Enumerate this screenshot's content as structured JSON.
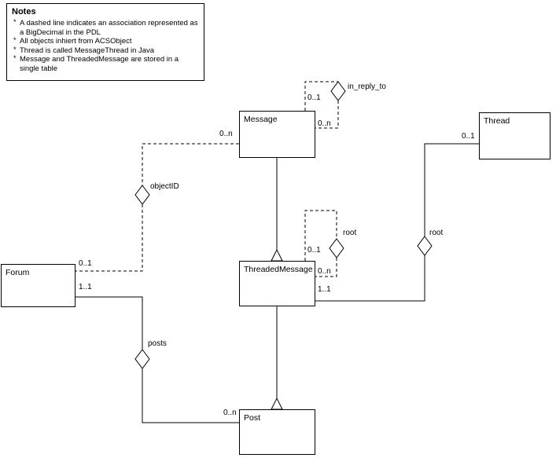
{
  "diagram": {
    "background": "#ffffff",
    "line_color": "#000000"
  },
  "notes": {
    "title": "Notes",
    "bullet": "*",
    "items": [
      "A dashed line indicates an association represented as a BigDecimal in the PDL",
      "All objects inhiert from ACSObject",
      "Thread is called MessageThread in Java",
      "Message and ThreadedMessage are stored in a single table"
    ]
  },
  "classes": [
    {
      "name": "Forum"
    },
    {
      "name": "Message"
    },
    {
      "name": "Thread"
    },
    {
      "name": "ThreadedMessage"
    },
    {
      "name": "Post"
    }
  ],
  "associations": [
    {
      "label": "in_reply_to",
      "style": "dashed",
      "mult_source": "0..1",
      "mult_target": "0..n"
    },
    {
      "label": "objectID",
      "style": "dashed",
      "mult_message_end": "0..n",
      "mult_forum_end": "0..1"
    },
    {
      "label": "root",
      "style": "dashed",
      "mult_source": "0..1",
      "mult_target": "0..n"
    },
    {
      "label": "root",
      "style": "solid",
      "mult_thread_end": "0..1",
      "mult_tm_end": "1..1"
    },
    {
      "label": "posts",
      "style": "solid",
      "mult_forum_end": "1..1",
      "mult_post_end": "0..n"
    }
  ],
  "generalizations": [
    {
      "from": "ThreadedMessage",
      "to": "Message"
    },
    {
      "from": "Post",
      "to": "ThreadedMessage"
    }
  ]
}
